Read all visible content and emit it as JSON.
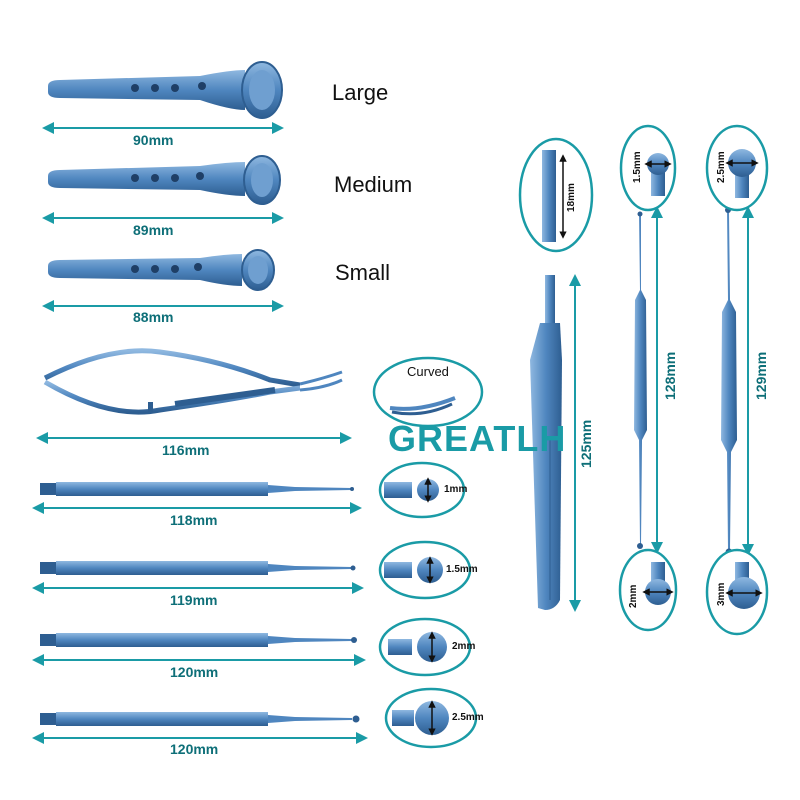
{
  "brand": "GREATLH",
  "colors": {
    "accent": "#1a9ba6",
    "steel": "#5b8fc4",
    "steel_dark": "#2f5f92"
  },
  "specula": [
    {
      "size": "Large",
      "length": "90mm"
    },
    {
      "size": "Medium",
      "length": "89mm"
    },
    {
      "size": "Small",
      "length": "88mm"
    }
  ],
  "scissors": {
    "length": "116mm",
    "detail": "Curved"
  },
  "curettes_single": [
    {
      "length": "118mm",
      "tip": "1mm"
    },
    {
      "length": "119mm",
      "tip": "1.5mm"
    },
    {
      "length": "120mm",
      "tip": "2mm"
    },
    {
      "length": "120mm",
      "tip": "2.5mm"
    }
  ],
  "scalpel_handle": {
    "length": "125mm",
    "tip_width": "18mm"
  },
  "curettes_double": [
    {
      "length": "128mm",
      "tip_top": "1.5mm",
      "tip_bottom": "2mm"
    },
    {
      "length": "129mm",
      "tip_top": "2.5mm",
      "tip_bottom": "3mm"
    }
  ]
}
